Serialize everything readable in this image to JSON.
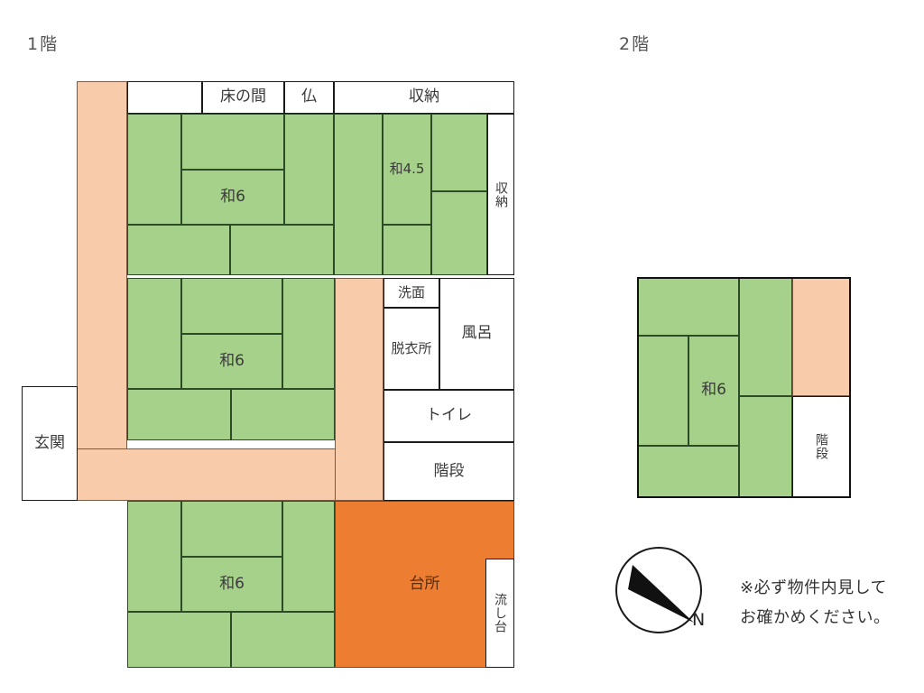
{
  "floor1": {
    "label": "1階",
    "rooms": {
      "genkan": "玄関",
      "tokonoma": "床の間",
      "butsudan": "仏",
      "oshiire_top": "収納",
      "oshiire_right": "収納",
      "washitsu_top": "和6",
      "washitsu_4_5": "和4.5",
      "washitsu_mid": "和6",
      "washitsu_bottom": "和6",
      "senmen": "洗面",
      "datsuijo": "脱衣所",
      "furo": "風呂",
      "toilet": "トイレ",
      "kaidan": "階段",
      "daidokoro": "台所",
      "nagashidai": "流し台"
    }
  },
  "floor2": {
    "label": "2階",
    "rooms": {
      "washitsu": "和6",
      "kaidan": "階段"
    }
  },
  "compass": {
    "north_label": "N"
  },
  "note": {
    "text": "※必ず物件内見して\nお確かめください。"
  },
  "colors": {
    "tatami": "#a6d18a",
    "corridor": "#f8cbab",
    "kitchen": "#ed7d31",
    "plain": "#ffffff",
    "outline": "#111111",
    "tatami_border": "#2e4a26"
  }
}
